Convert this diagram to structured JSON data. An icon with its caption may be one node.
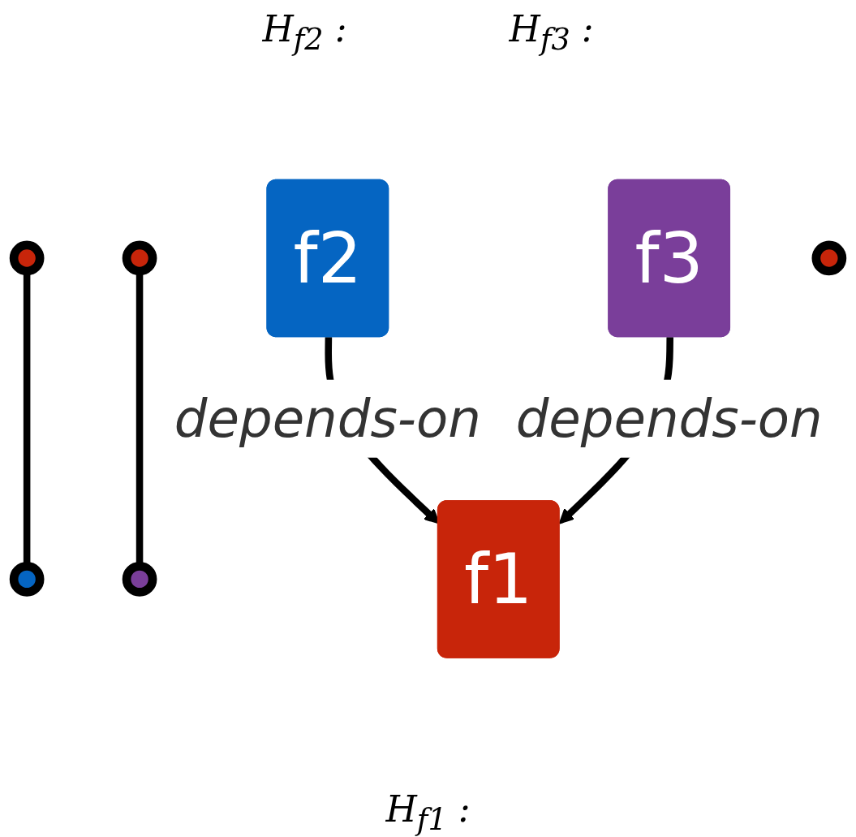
{
  "diagram": {
    "nodes": [
      {
        "text": [],
        "shape": "circle"
      },
      {
        "text": [],
        "shape": "circle"
      },
      {
        "text": [],
        "shape": "circle"
      },
      {
        "text": [],
        "shape": "circle"
      },
      {
        "text": [
          "f2"
        ]
      },
      {
        "text": [
          "f3"
        ]
      },
      {
        "text": [
          "f1"
        ]
      },
      {
        "text": [],
        "shape": "circle"
      }
    ],
    "edges": [
      {
        "from": 0,
        "to": 1,
        "arrow": "none"
      },
      {
        "from": 2,
        "to": 3,
        "arrow": "none"
      },
      {
        "from": 4,
        "to": 6,
        "arrow": "to",
        "label": "depends-on"
      },
      {
        "from": 5,
        "to": 6,
        "arrow": "to",
        "label": "depends-on"
      }
    ],
    "labels": [
      "H$_{f2}$ :",
      "H$_{f3}$ :",
      "H$_{f1}$ :"
    ]
  }
}
